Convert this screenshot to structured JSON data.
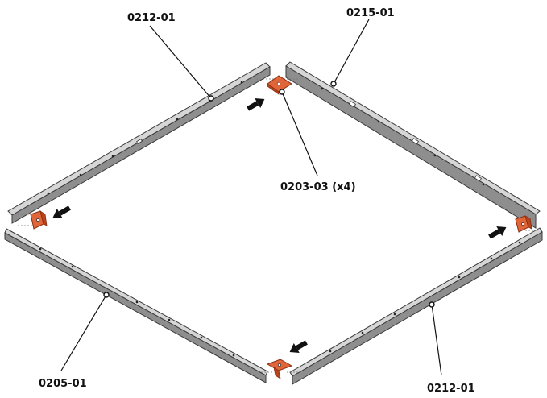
{
  "labels": {
    "rail_top_left": "0212-01",
    "rail_top_right": "0215-01",
    "corner_bracket": "0203-03 (x4)",
    "rail_bottom_left": "0205-01",
    "rail_bottom_right": "0212-01"
  },
  "colors": {
    "rail_top": "#d2d2d2",
    "rail_side": "#8c8c8c",
    "rail_edge": "#3a3a3a",
    "bracket": "#e0663a",
    "bracket_dark": "#b8451e",
    "arrow": "#111111"
  }
}
